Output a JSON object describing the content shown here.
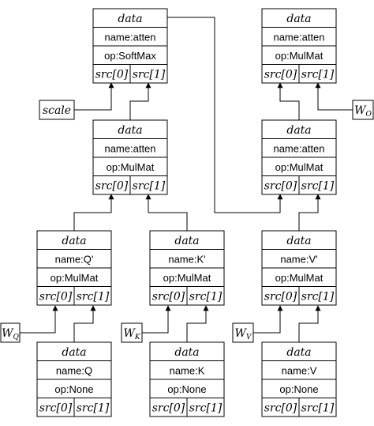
{
  "nodes": [
    {
      "id": "softmax",
      "title": "data",
      "name": "name:atten",
      "op": "op:SoftMax",
      "src0": "src[0]",
      "src1": "src[1]"
    },
    {
      "id": "atten-qk",
      "title": "data",
      "name": "name:atten",
      "op": "op:MulMat",
      "src0": "src[0]",
      "src1": "src[1]"
    },
    {
      "id": "q-prime",
      "title": "data",
      "name": "name:Q'",
      "op": "op:MulMat",
      "src0": "src[0]",
      "src1": "src[1]"
    },
    {
      "id": "k-prime",
      "title": "data",
      "name": "name:K'",
      "op": "op:MulMat",
      "src0": "src[0]",
      "src1": "src[1]"
    },
    {
      "id": "v-prime",
      "title": "data",
      "name": "name:V'",
      "op": "op:MulMat",
      "src0": "src[0]",
      "src1": "src[1]"
    },
    {
      "id": "q",
      "title": "data",
      "name": "name:Q",
      "op": "op:None",
      "src0": "src[0]",
      "src1": "src[1]"
    },
    {
      "id": "k",
      "title": "data",
      "name": "name:K",
      "op": "op:None",
      "src0": "src[0]",
      "src1": "src[1]"
    },
    {
      "id": "v",
      "title": "data",
      "name": "name:V",
      "op": "op:None",
      "src0": "src[0]",
      "src1": "src[1]"
    },
    {
      "id": "atten-v",
      "title": "data",
      "name": "name:atten",
      "op": "op:MulMat",
      "src0": "src[0]",
      "src1": "src[1]"
    },
    {
      "id": "output",
      "title": "data",
      "name": "name:atten",
      "op": "op:MulMat",
      "src0": "src[0]",
      "src1": "src[1]"
    }
  ],
  "inputs": [
    {
      "id": "scale",
      "label": "scale",
      "sub": ""
    },
    {
      "id": "wq",
      "label": "W",
      "sub": "Q"
    },
    {
      "id": "wk",
      "label": "W",
      "sub": "K"
    },
    {
      "id": "wv",
      "label": "W",
      "sub": "V"
    },
    {
      "id": "wo",
      "label": "W",
      "sub": "O"
    }
  ]
}
